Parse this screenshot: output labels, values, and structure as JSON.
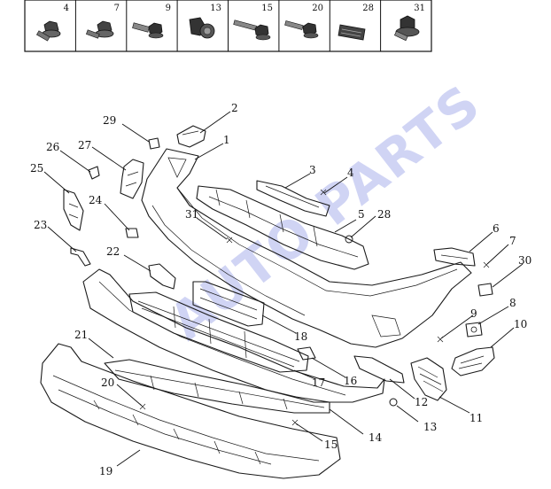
{
  "hardware_row": {
    "cells": [
      {
        "number": "4",
        "icon": "flange-bolt-icon"
      },
      {
        "number": "7",
        "icon": "flange-bolt-icon"
      },
      {
        "number": "9",
        "icon": "screw-icon"
      },
      {
        "number": "13",
        "icon": "plug-clip-icon"
      },
      {
        "number": "15",
        "icon": "long-screw-icon"
      },
      {
        "number": "20",
        "icon": "hex-screw-icon"
      },
      {
        "number": "28",
        "icon": "label-plate-icon"
      },
      {
        "number": "31",
        "icon": "washer-bolt-icon"
      }
    ]
  },
  "watermark": "AUTO PARTS",
  "callouts": [
    {
      "id": "1",
      "label": "1"
    },
    {
      "id": "2",
      "label": "2"
    },
    {
      "id": "3",
      "label": "3"
    },
    {
      "id": "4",
      "label": "4"
    },
    {
      "id": "5",
      "label": "5"
    },
    {
      "id": "6",
      "label": "6"
    },
    {
      "id": "7",
      "label": "7"
    },
    {
      "id": "8",
      "label": "8"
    },
    {
      "id": "9",
      "label": "9"
    },
    {
      "id": "10",
      "label": "10"
    },
    {
      "id": "11",
      "label": "11"
    },
    {
      "id": "12",
      "label": "12"
    },
    {
      "id": "13",
      "label": "13"
    },
    {
      "id": "14",
      "label": "14"
    },
    {
      "id": "15",
      "label": "15"
    },
    {
      "id": "16",
      "label": "16"
    },
    {
      "id": "17",
      "label": "17"
    },
    {
      "id": "18",
      "label": "18"
    },
    {
      "id": "19",
      "label": "19"
    },
    {
      "id": "20",
      "label": "20"
    },
    {
      "id": "21",
      "label": "21"
    },
    {
      "id": "22",
      "label": "22"
    },
    {
      "id": "23",
      "label": "23"
    },
    {
      "id": "24",
      "label": "24"
    },
    {
      "id": "25",
      "label": "25"
    },
    {
      "id": "26",
      "label": "26"
    },
    {
      "id": "27",
      "label": "27"
    },
    {
      "id": "28",
      "label": "28"
    },
    {
      "id": "29",
      "label": "29"
    },
    {
      "id": "30",
      "label": "30"
    },
    {
      "id": "31",
      "label": "31"
    }
  ]
}
